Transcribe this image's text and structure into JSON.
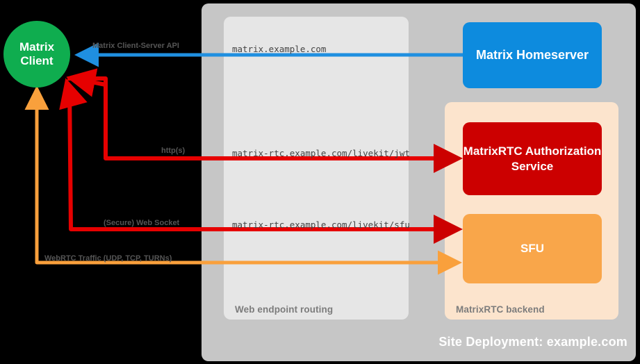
{
  "diagram": {
    "title": "Site Deployment: example.com",
    "nodes": {
      "client": {
        "line1": "Matrix",
        "line2": "Client",
        "color": "#0fad4f"
      },
      "homeserver": {
        "label": "Matrix Homeserver",
        "color": "#0d8bde"
      },
      "auth_service": {
        "label": "MatrixRTC Authorization Service",
        "color": "#cc0000"
      },
      "sfu": {
        "label": "SFU",
        "color": "#f9a64a"
      }
    },
    "panels": {
      "site": {
        "label": "Site Deployment: example.com",
        "color": "#c6c6c6"
      },
      "web_routing": {
        "label": "Web endpoint routing",
        "color": "#e6e6e6"
      },
      "rtc_backend": {
        "label": "MatrixRTC backend",
        "color": "#fce4cd"
      }
    },
    "connections": [
      {
        "id": "cs-api",
        "label": "Matrix Client-Server API",
        "endpoint": "matrix.example.com",
        "color": "#1f8fe0"
      },
      {
        "id": "https",
        "label": "http(s)",
        "endpoint": "matrix-rtc.example.com/livekit/jwt",
        "color": "#e60000"
      },
      {
        "id": "websocket",
        "label": "(Secure) Web Socket",
        "endpoint": "matrix-rtc.example.com/livekit/sfu",
        "color": "#e60000"
      },
      {
        "id": "webrtc",
        "label": "WebRTC Traffic (UDP, TCP, TURNs)",
        "endpoint": "",
        "color": "#f9a03c"
      }
    ]
  }
}
